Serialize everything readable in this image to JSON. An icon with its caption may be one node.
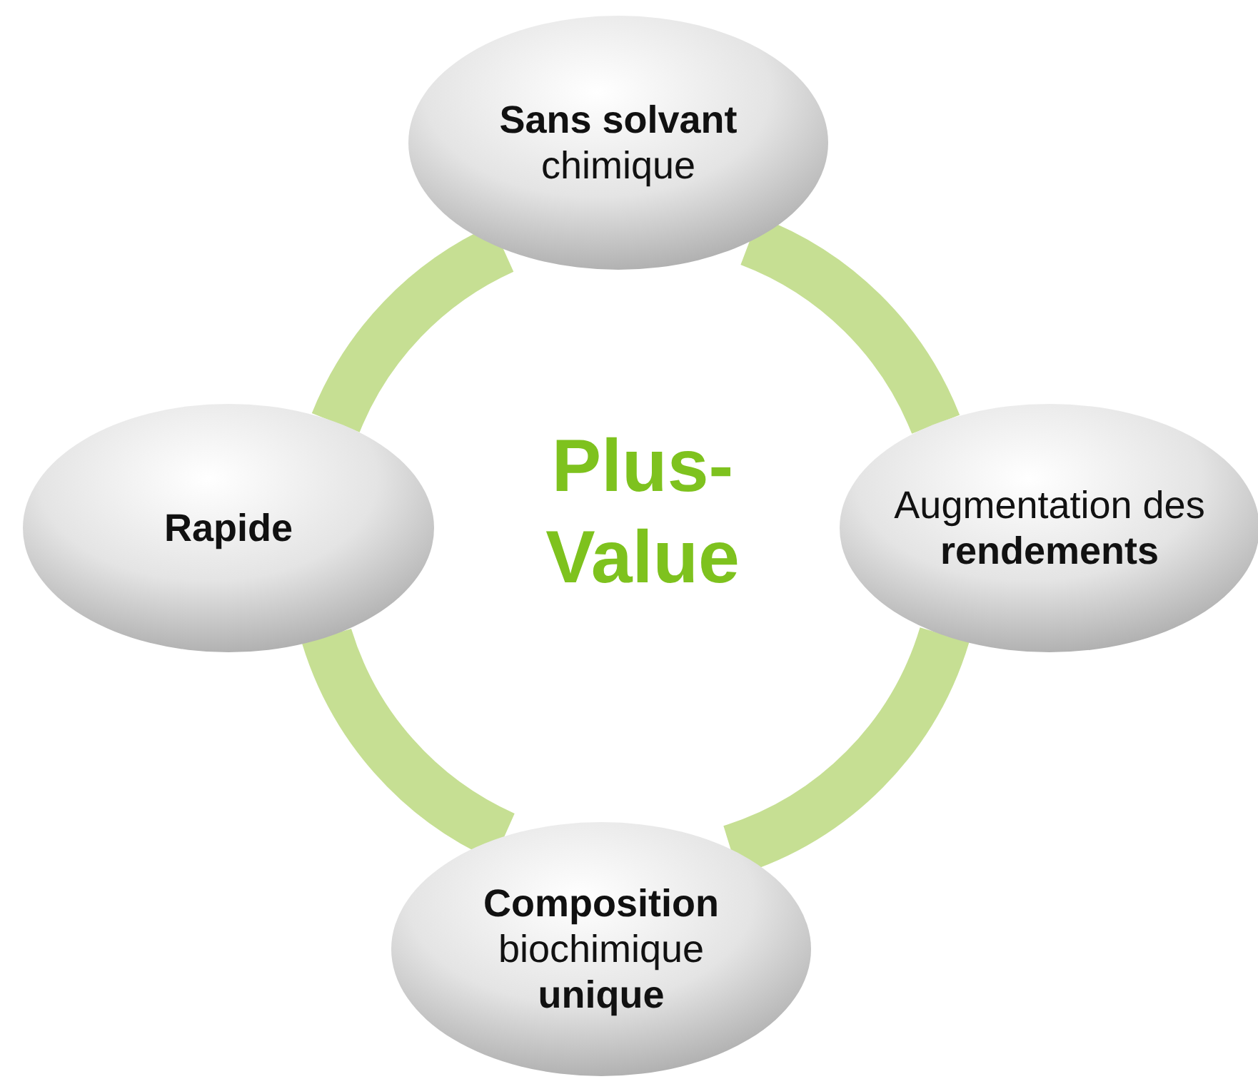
{
  "diagram": {
    "nodes": [
      {
        "text": [
          "**Sans solvant** chimique"
        ]
      },
      {
        "text": [
          "Rapide"
        ]
      },
      {
        "text": [
          "Augmentation des **rendements**"
        ]
      },
      {
        "text": [
          "**Composition** biochimique **unique**"
        ]
      }
    ],
    "edges": [
      {
        "from": 0,
        "to": 2,
        "arrow": "none"
      },
      {
        "from": 2,
        "to": 3,
        "arrow": "none"
      },
      {
        "from": 3,
        "to": 1,
        "arrow": "none"
      },
      {
        "from": 1,
        "to": 0,
        "arrow": "none"
      }
    ],
    "labels": [
      "Plus-Value"
    ]
  }
}
